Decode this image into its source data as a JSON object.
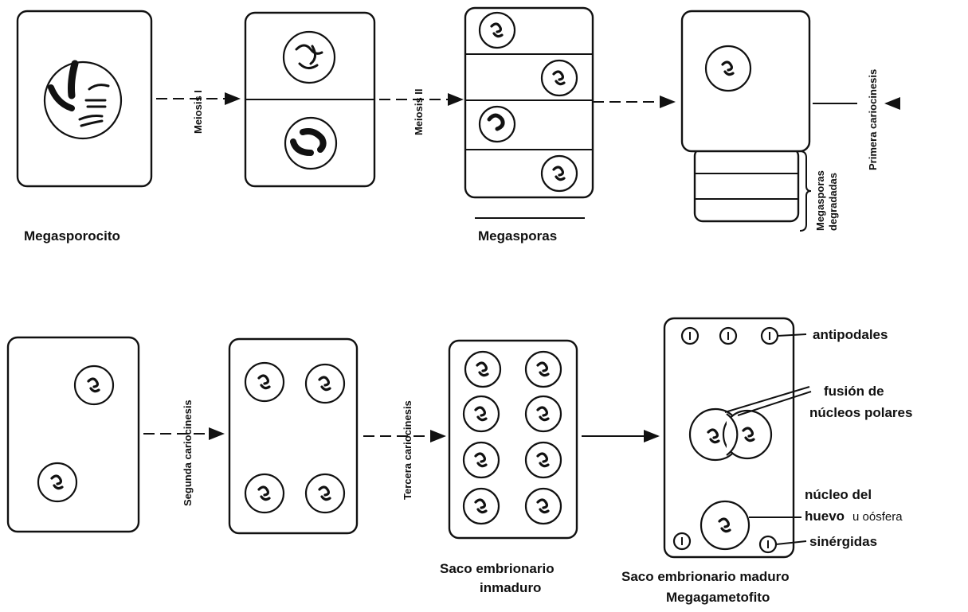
{
  "steps": {
    "meiosis_1": "Meiosis I",
    "meiosis_2": "Meiosis II",
    "primera": "Primera cariocinesis",
    "segunda": "Segunda cariocinesis",
    "tercera": "Tercera cariocinesis"
  },
  "labels": {
    "megasporocito": "Megasporocito",
    "megasporas": "Megasporas",
    "megasporas_degradadas_1": "Megasporas",
    "megasporas_degradadas_2": "degradadas",
    "saco_inmaduro_1": "Saco embrionario",
    "saco_inmaduro_2": "inmaduro",
    "saco_maduro_1": "Saco embrionario maduro",
    "saco_maduro_2": "Megagametofito"
  },
  "annotations": {
    "antipodales": "antipodales",
    "fusion_1": "fusión de",
    "fusion_2": "núcleos polares",
    "nucleo_1": "núcleo del",
    "nucleo_2": "huevo",
    "nucleo_3": "u oósfera",
    "sinergidas": "sinérgidas"
  }
}
